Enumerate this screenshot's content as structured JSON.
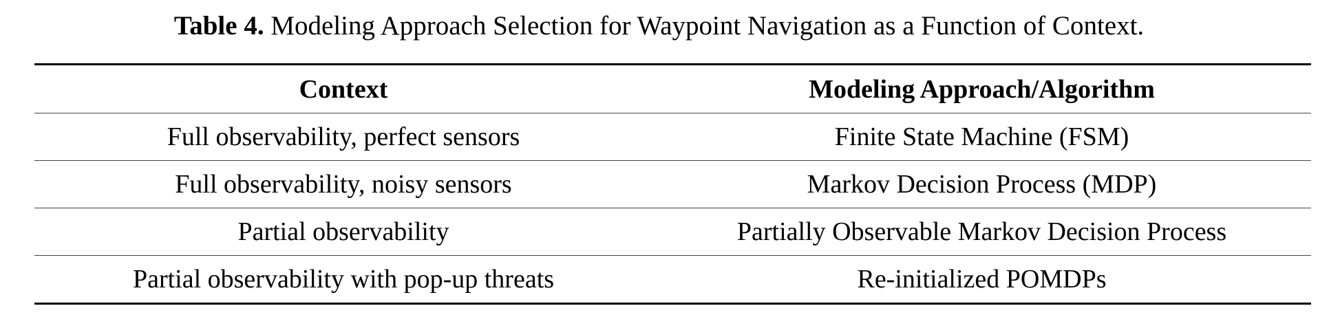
{
  "caption": {
    "label": "Table 4.",
    "text": "Modeling Approach Selection for Waypoint Navigation as a Function of Context."
  },
  "table": {
    "headers": [
      "Context",
      "Modeling Approach/Algorithm"
    ],
    "rows": [
      [
        "Full observability, perfect sensors",
        "Finite State Machine (FSM)"
      ],
      [
        "Full observability, noisy sensors",
        "Markov Decision Process (MDP)"
      ],
      [
        "Partial observability",
        "Partially Observable Markov Decision Process"
      ],
      [
        "Partial observability with pop-up threats",
        "Re-initialized POMDPs"
      ]
    ]
  }
}
